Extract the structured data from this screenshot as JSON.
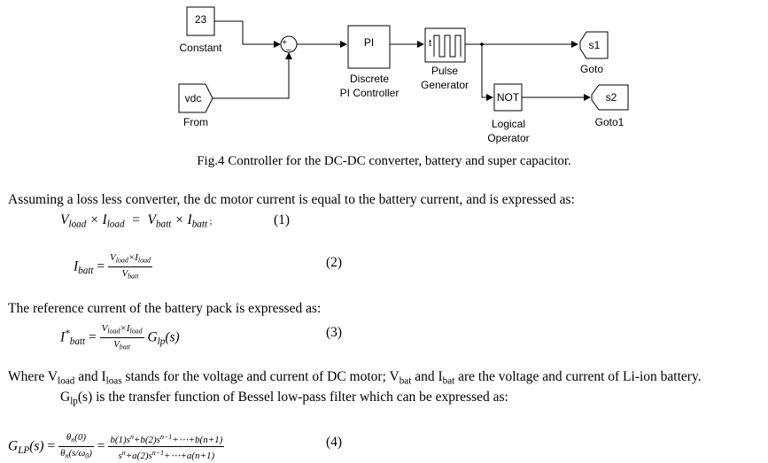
{
  "diagram": {
    "constant_value": "23",
    "constant_label": "Constant",
    "from_value": "vdc",
    "from_label": "From",
    "sum_plus": "+",
    "sum_minus": "−",
    "pi_block_text": "PI",
    "pi_label_line1": "Discrete",
    "pi_label_line2": "PI Controller",
    "pulse_port": "t",
    "pulse_label_line1": "Pulse",
    "pulse_label_line2": "Generator",
    "not_block_text": "NOT",
    "logic_label_line1": "Logical",
    "logic_label_line2": "Operator",
    "goto1_tag": "s1",
    "goto1_label": "Goto",
    "goto2_tag": "s2",
    "goto2_label": "Goto1"
  },
  "caption": "Fig.4 Controller for the DC-DC converter, battery and super capacitor.",
  "para1": "Assuming a loss less converter, the dc motor current is equal to the battery current, and is expressed as:",
  "eq1": {
    "number": "(1)"
  },
  "eq2": {
    "number": "(2)"
  },
  "para2": "The reference current of the battery pack is expressed as:",
  "eq3": {
    "number": "(3)"
  },
  "para3": {
    "t1": "Where V",
    "s1": "load",
    "t2": " and I",
    "s2": "loas",
    "t3": " stands for the voltage and current of DC motor; V",
    "s3": "bat",
    "t4": " and I",
    "s4": "bat",
    "t5": " are the voltage and current of Li-ion battery."
  },
  "para4": {
    "t1": "G",
    "s1": "lp",
    "t2": "(s) is the transfer function of Bessel low-pass filter which can be expressed as:"
  },
  "eq4": {
    "number": "(4)"
  }
}
